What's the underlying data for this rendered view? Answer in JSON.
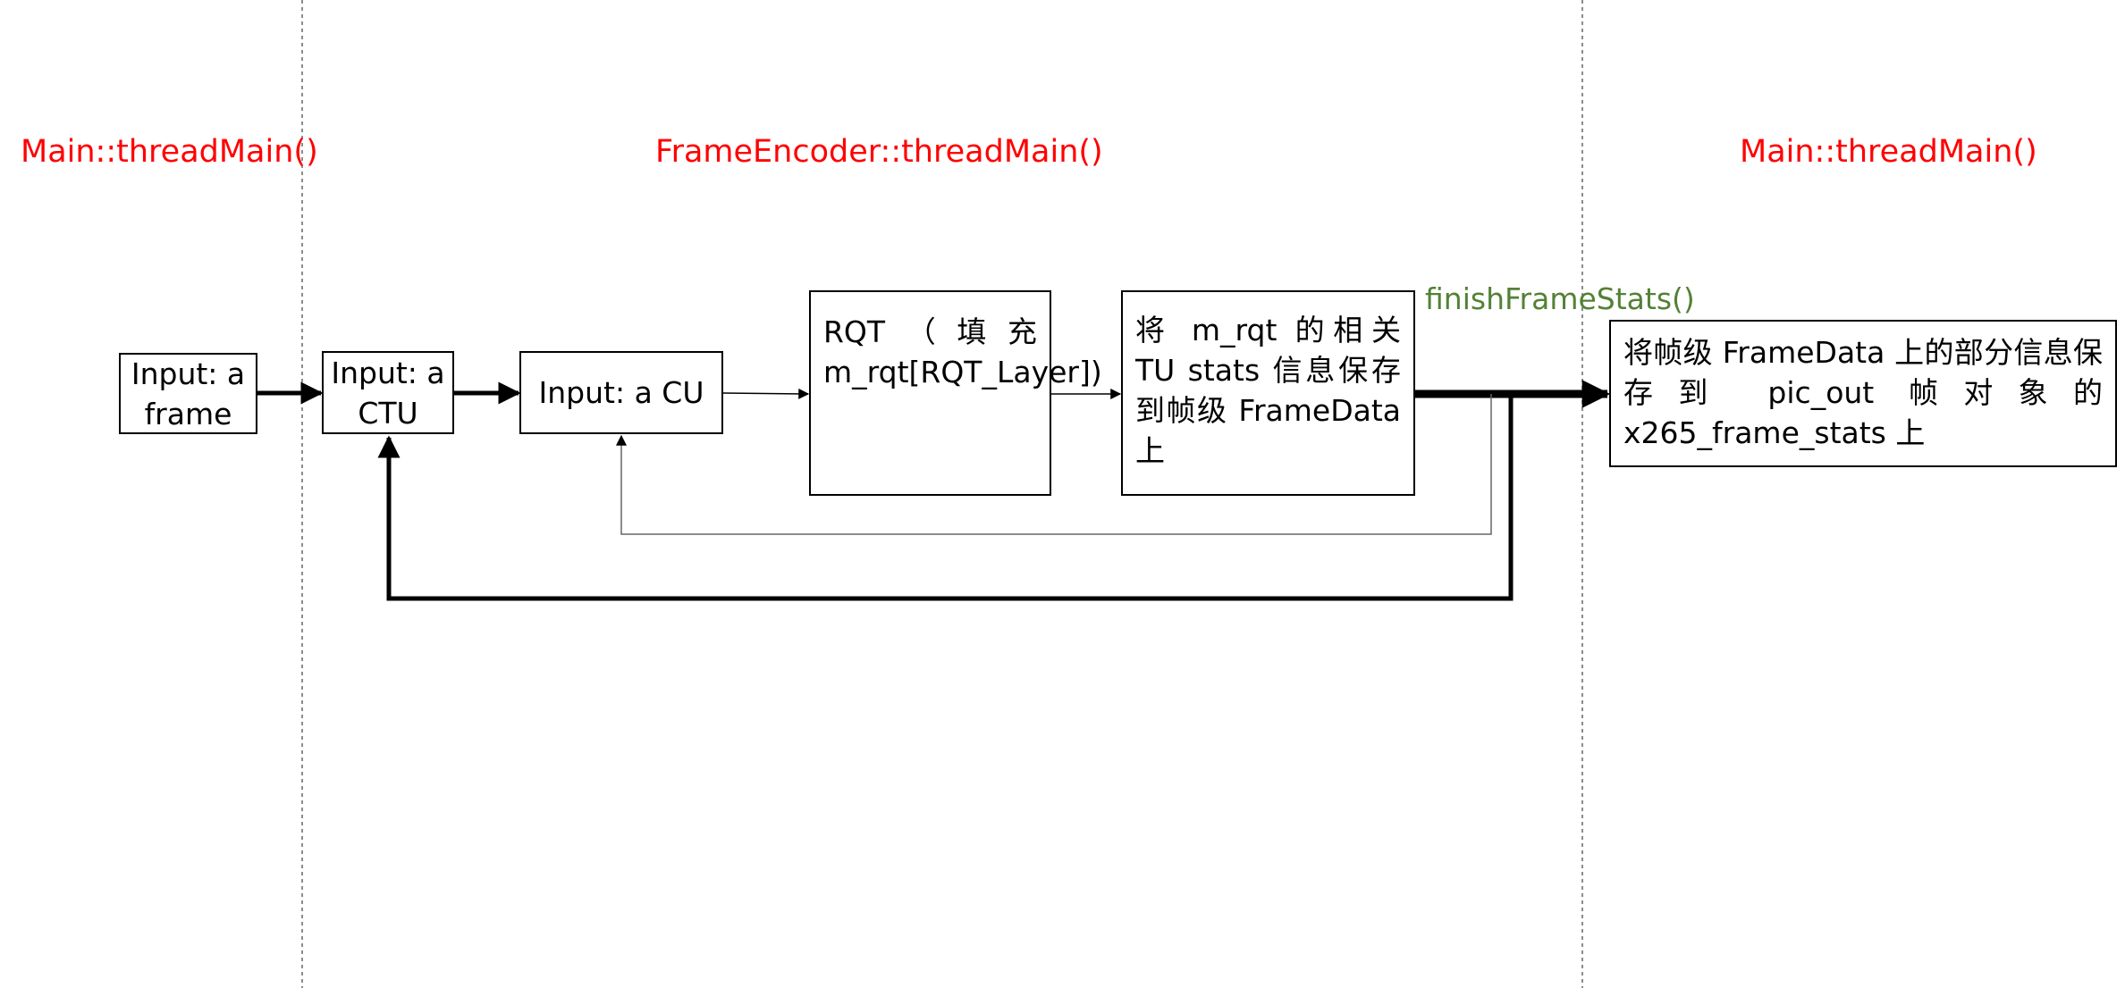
{
  "sections": {
    "left_label": "Main::threadMain()",
    "middle_label": "FrameEncoder::threadMain()",
    "right_label": "Main::threadMain()"
  },
  "function_label": "finishFrameStats()",
  "boxes": {
    "frame": "Input: a frame",
    "ctu": "Input: a CTU",
    "cu": "Input: a CU",
    "rqt": "RQT（填充m_rqt[RQT_Layer])",
    "save_tu": "将 m_rqt 的相关 TU stats 信息保存到帧级 FrameData 上",
    "output": "将帧级 FrameData 上的部分信息保存到 pic_out 帧对象的 x265_frame_stats 上"
  },
  "colors": {
    "section_label": "#ff0000",
    "function_label": "#538135",
    "line": "#000000",
    "divider": "#666666"
  }
}
